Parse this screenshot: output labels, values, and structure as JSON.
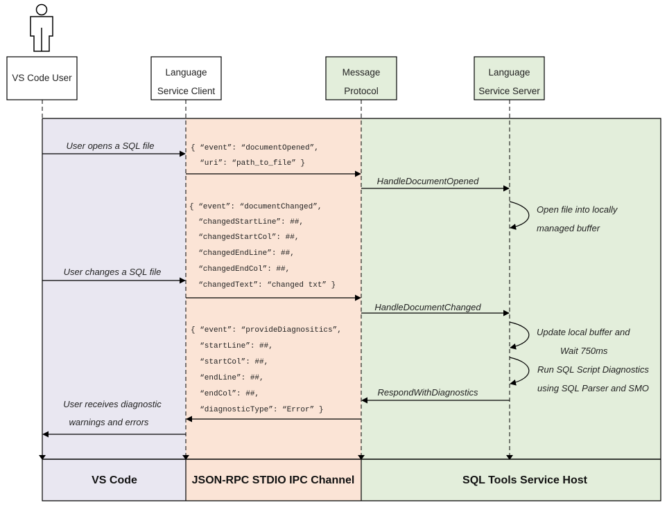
{
  "participants": {
    "user": {
      "line1": "VS Code User"
    },
    "client": {
      "line1": "Language",
      "line2": "Service Client"
    },
    "protocol": {
      "line1": "Message",
      "line2": "Protocol"
    },
    "server": {
      "line1": "Language",
      "line2": "Service Server"
    }
  },
  "colors": {
    "vscode_zone": "#e9e7f1",
    "ipc_zone": "#fbe4d6",
    "host_zone": "#e3eedb",
    "protocol_box": "#e3eedb",
    "server_box": "#e3eedb",
    "line": "#000000"
  },
  "messages": {
    "open_file": "User opens a SQL file",
    "handle_opened": "HandleDocumentOpened",
    "open_buffer_1": "Open file into locally",
    "open_buffer_2": "managed buffer",
    "change_file": "User changes a SQL file",
    "handle_changed": "HandleDocumentChanged",
    "update_buffer_1": "Update local buffer and",
    "update_buffer_2": "Wait 750ms",
    "run_diag_1": "Run SQL Script Diagnostics",
    "run_diag_2": "using SQL Parser and SMO",
    "respond": "RespondWithDiagnostics",
    "receives_1": "User receives diagnostic",
    "receives_2": "warnings and errors"
  },
  "payloads": {
    "opened": [
      "{ “event”: “documentOpened”,",
      "  “uri”: “path_to_file” }"
    ],
    "changed": [
      "{ “event”: “documentChanged”,",
      "  “changedStartLine”: ##,",
      "  “changedStartCol”: ##,",
      "  “changedEndLine”: ##,",
      "  “changedEndCol”: ##,",
      "  “changedText”: “changed txt” }"
    ],
    "diagnostics": [
      "{ “event”: “provideDiagnositics”,",
      "  “startLine”: ##,",
      "  “startCol”: ##,",
      "  “endLine”: ##,",
      "  “endCol”: ##,",
      "  “diagnosticType”: “Error” }"
    ]
  },
  "zones": {
    "vscode": "VS Code",
    "ipc": "JSON-RPC STDIO IPC Channel",
    "host": "SQL Tools Service Host"
  },
  "icons": {
    "actor": "user-stick-figure-icon"
  }
}
